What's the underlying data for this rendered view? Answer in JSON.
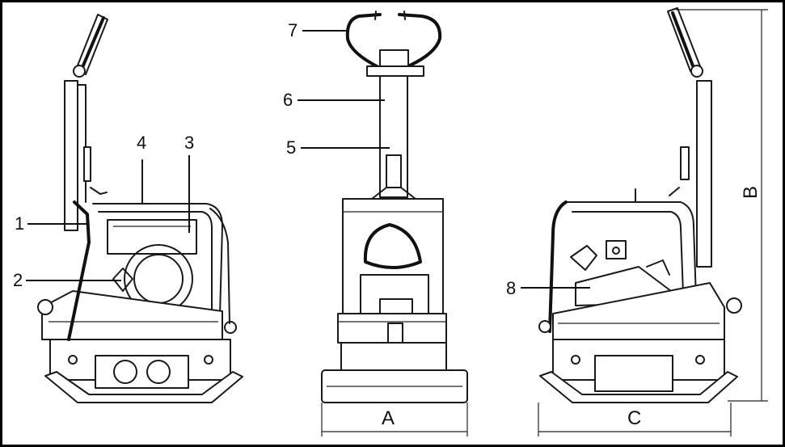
{
  "callouts": [
    "1",
    "2",
    "3",
    "4",
    "5",
    "6",
    "7",
    "8"
  ],
  "dimensions": {
    "a": "A",
    "b": "B",
    "c": "C"
  },
  "colors": {
    "line": "#1a1a1a",
    "background": "#ffffff",
    "border": "#000000"
  }
}
